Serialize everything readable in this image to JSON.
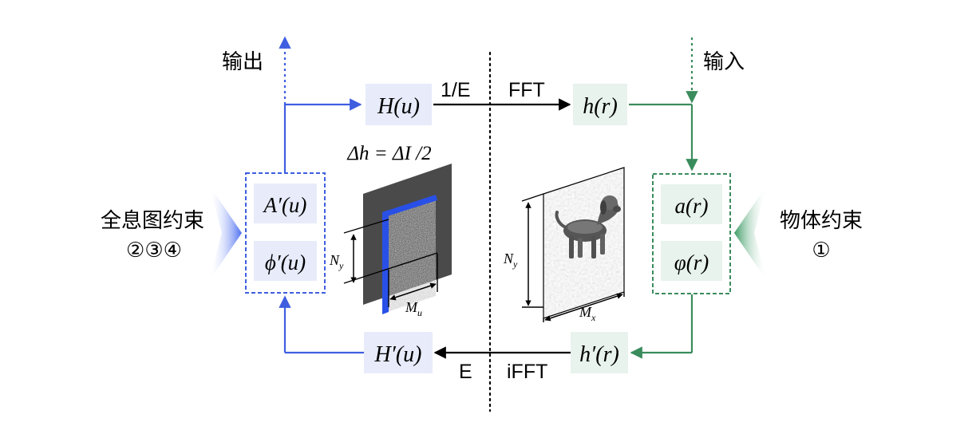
{
  "labels": {
    "output": "输出",
    "input": "输入",
    "hologram_constraint": "全息图约束",
    "hologram_constraint_nums": "②③④",
    "object_constraint": "物体约束",
    "object_constraint_num": "①",
    "op_inverse_e": "1/E",
    "op_fft": "FFT",
    "op_e": "E",
    "op_ifft": "iFFT"
  },
  "formulas": {
    "H_u": "H(u)",
    "h_r": "h(r)",
    "A_prime_u": "A′(u)",
    "phi_prime_u": "ϕ′(u)",
    "a_r": "a(r)",
    "varphi_r": "φ(r)",
    "H_prime_u": "H′(u)",
    "h_prime_r": "h′(r)",
    "delta_relation": "Δh = ΔI /2"
  },
  "dims": {
    "Ny_left": "Ny",
    "Mu": "Mu",
    "Ny_right": "Ny",
    "Mx": "Mx"
  },
  "colors": {
    "blue": "#3f5ee0",
    "green": "#3a8c5c",
    "blue_box_fill": "#e7ebfa",
    "green_box_fill": "#e7f3ec"
  }
}
